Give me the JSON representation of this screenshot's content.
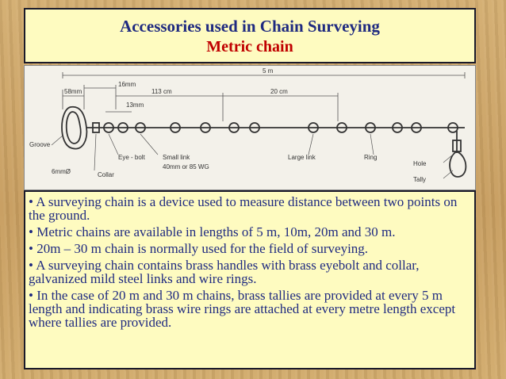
{
  "title": {
    "line1": "Accessories used in Chain Surveying",
    "line2": "Metric chain"
  },
  "colors": {
    "title_blue": "#1f2a80",
    "subtitle_red": "#c00000",
    "box_fill": "#fefbc0",
    "bullet_blue": "#1f2a80"
  },
  "diagram": {
    "labels": {
      "total_length": "5 m",
      "d16": "16mm",
      "d58": "58mm",
      "d113": "113 cm",
      "d13": "13mm",
      "d20": "20 cm",
      "groove": "Groove",
      "eye_bolt": "Eye - bolt",
      "small_link": "Small link",
      "small_link_spec": "40mm or 85 WG",
      "large_link": "Large link",
      "ring": "Ring",
      "d6": "6mmØ",
      "collar": "Collar",
      "hole": "Hole",
      "tally": "Tally"
    }
  },
  "bullets": [
    "• A surveying chain is a device used to measure distance between two points on the ground.",
    "• Metric chains are available in lengths of 5 m, 10m, 20m and 30 m.",
    "• 20m – 30 m chain is normally used for the field of surveying.",
    "• A surveying chain contains brass handles with brass eyebolt and collar, galvanized mild steel links and wire rings.",
    "• In the case of 20 m and 30 m chains, brass tallies are provided at every 5 m length and indicating brass wire rings are attached at every metre length except where tallies are provided."
  ]
}
